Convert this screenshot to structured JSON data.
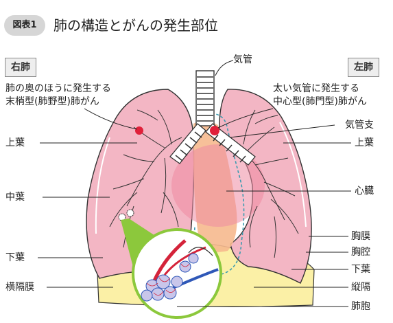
{
  "header": {
    "badge": "図表1",
    "title": "肺の構造とがんの発生部位"
  },
  "sides": {
    "right_lung": "右肺",
    "left_lung": "左肺"
  },
  "annotations": {
    "peripheral": [
      "肺の奥のほうに発生する",
      "末梢型(肺野型)肺がん"
    ],
    "central": [
      "太い気管に発生する",
      "中心型(肺門型)肺がん"
    ]
  },
  "labels": {
    "trachea": "気管",
    "bronchus": "気管支",
    "right_upper_lobe": "上葉",
    "right_middle_lobe": "中葉",
    "right_lower_lobe": "下葉",
    "diaphragm": "横隔膜",
    "left_upper_lobe": "上葉",
    "heart": "心臓",
    "pleura": "胸膜",
    "pleural_cavity": "胸腔",
    "left_lower_lobe": "下葉",
    "mediastinum": "縦隔",
    "alveoli": "肺胞"
  },
  "colors": {
    "lung_pink": "#f3b6c4",
    "heart": "#ee8aa3",
    "mediastinum_orange": "#f6b98e",
    "diaphragm_yellow": "#fbf0a6",
    "tumor_red": "#e0203a",
    "trachea_stripe": "#333333",
    "zoom_green": "#8cc83c",
    "artery_red": "#d4233a",
    "vein_blue": "#2f58b8"
  }
}
